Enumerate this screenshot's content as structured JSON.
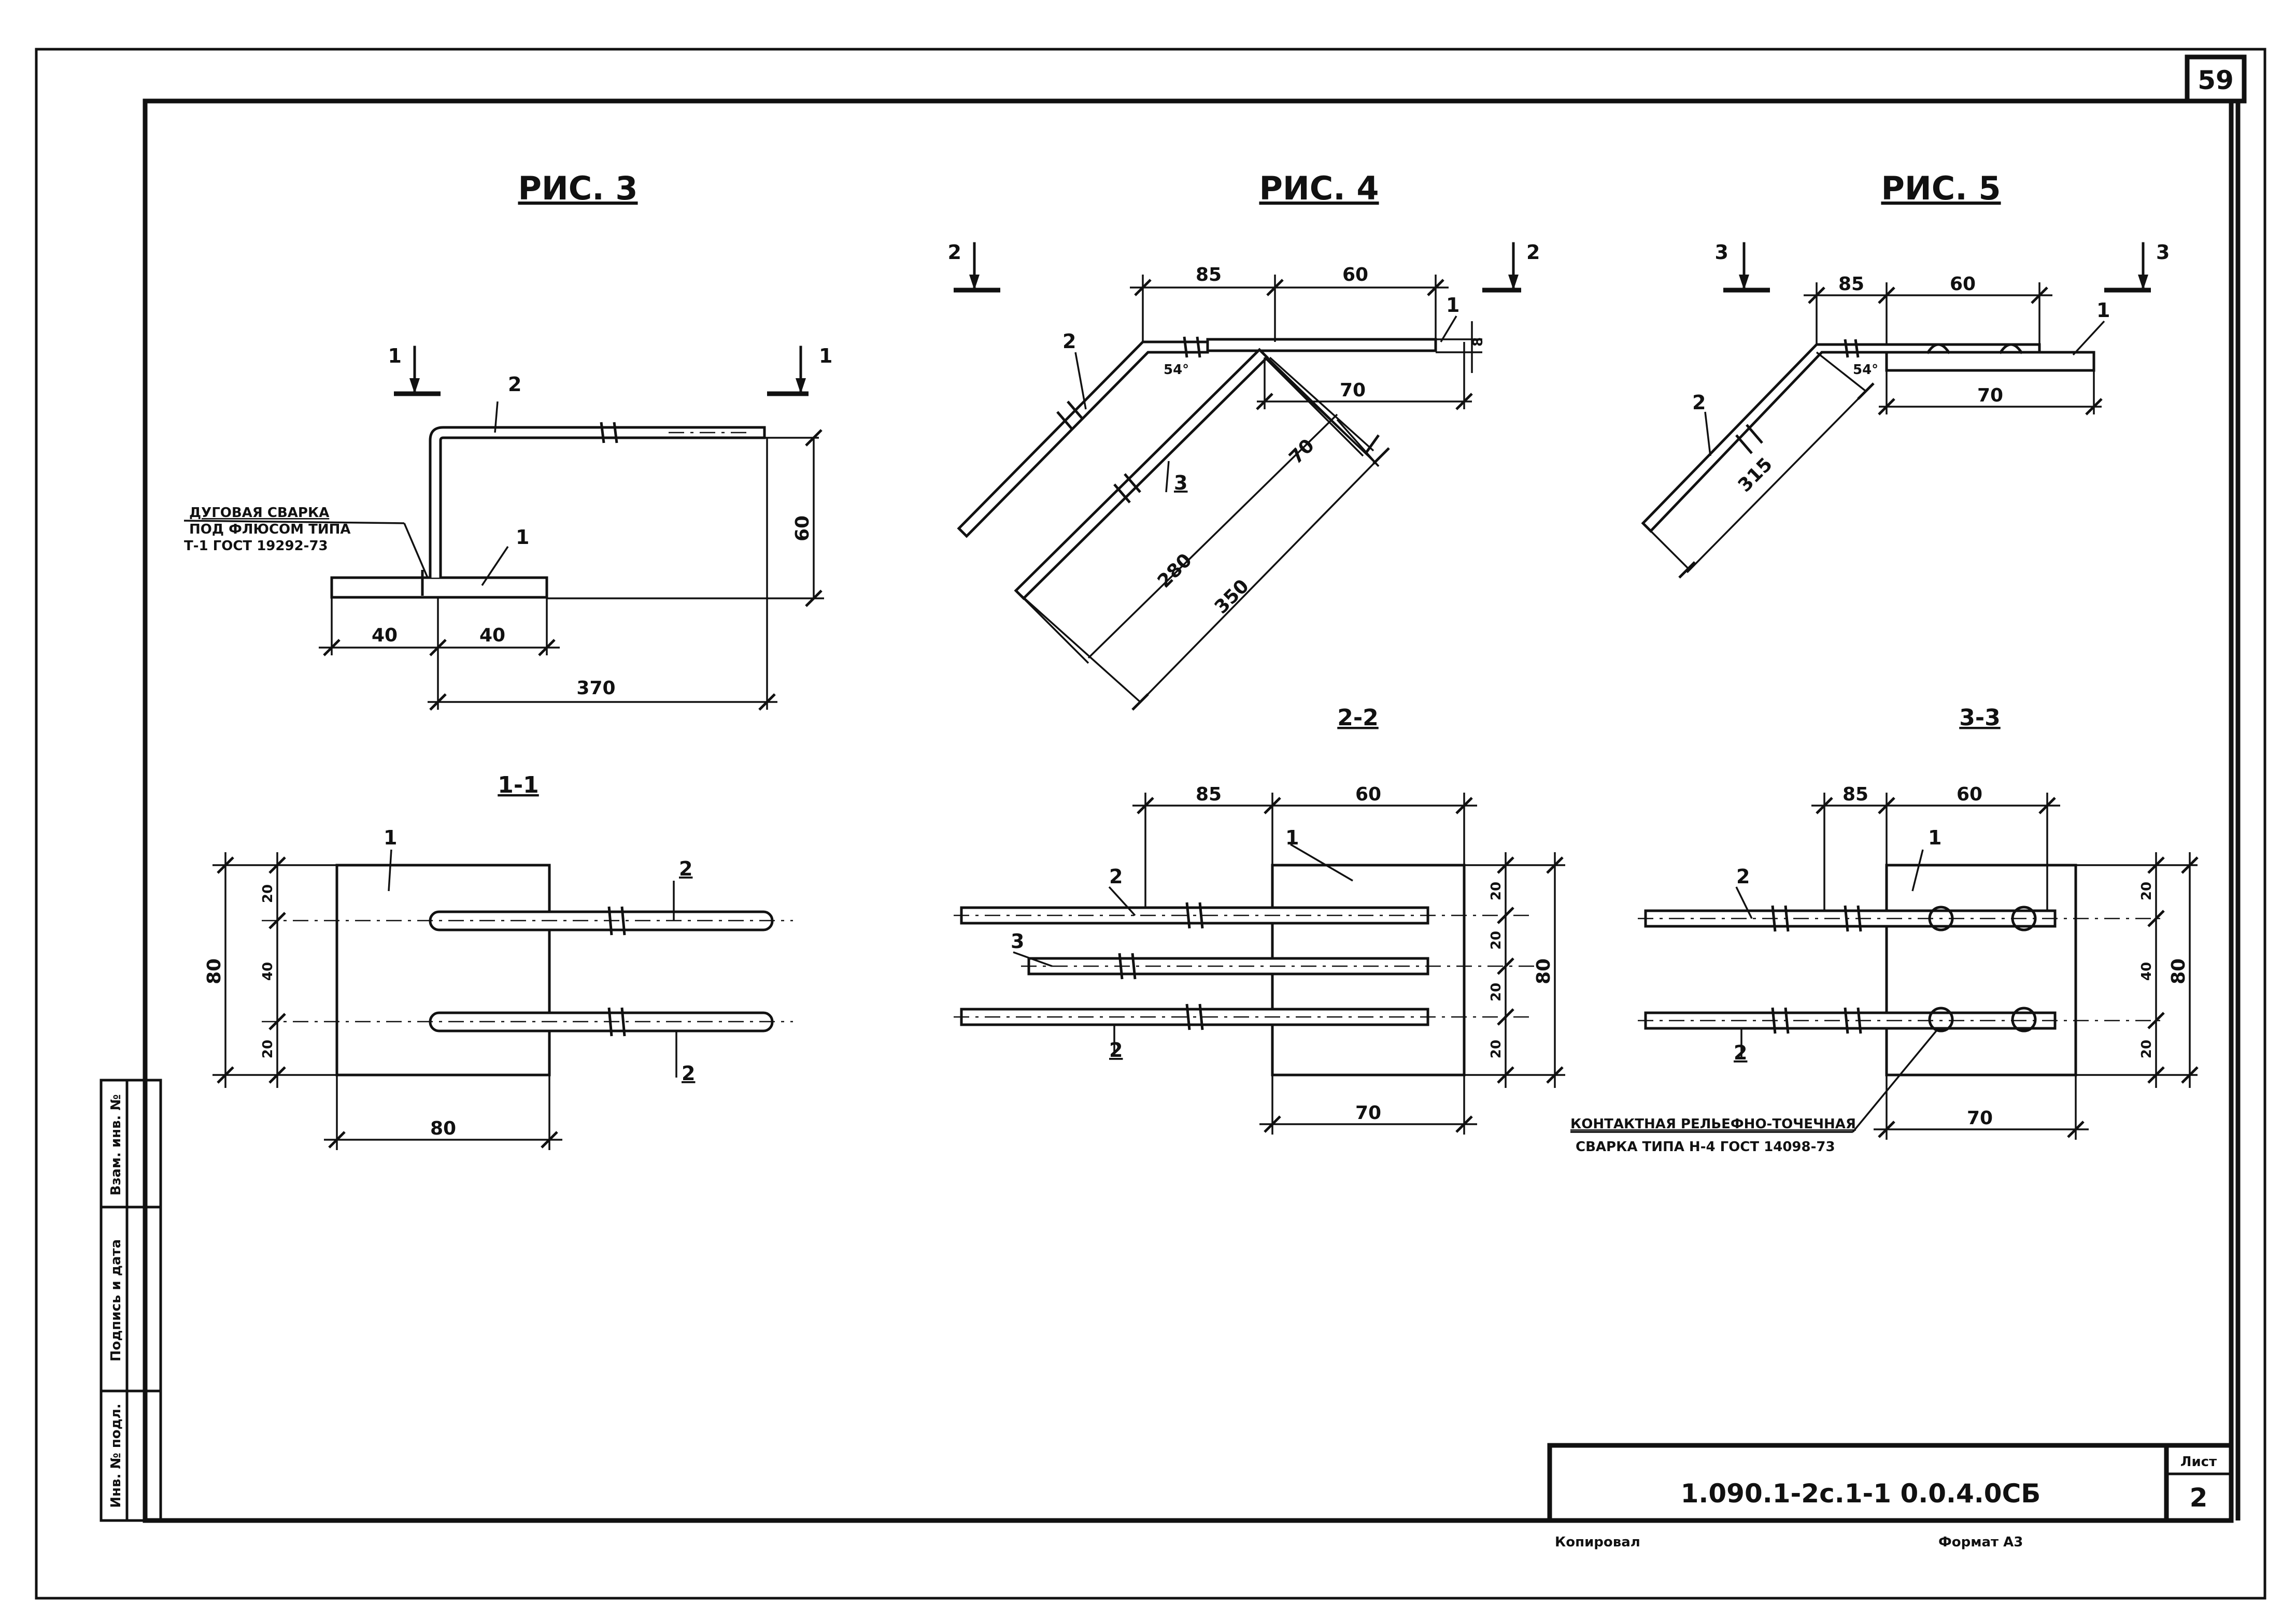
{
  "sheet_corner_number": "59",
  "figures": {
    "fig3": {
      "title": "РИС. 3",
      "section_mark": "1",
      "bar_label": "2",
      "plate_label": "1",
      "weld_note": [
        "ДУГОВАЯ СВАРКА",
        "ПОД ФЛЮСОМ ТИПА",
        "Т-1 ГОСТ 19292-73"
      ],
      "dims": {
        "height": "60",
        "left": "40",
        "mid": "40",
        "length": "370"
      }
    },
    "fig4": {
      "title": "РИС. 4",
      "section_mark": "2",
      "labels": {
        "plate": "1",
        "bar": "2",
        "bar3": "3"
      },
      "dims": {
        "d85": "85",
        "d60": "60",
        "d8": "8",
        "d70a": "70",
        "d70b": "70",
        "d280": "280",
        "d350": "350",
        "angle": "54°"
      }
    },
    "fig5": {
      "title": "РИС. 5",
      "section_mark": "3",
      "labels": {
        "plate": "1",
        "bar": "2"
      },
      "dims": {
        "d85": "85",
        "d60": "60",
        "d70": "70",
        "d315": "315",
        "angle": "54°"
      }
    }
  },
  "sections": {
    "s11": {
      "title": "1-1",
      "labels": {
        "plate": "1",
        "bar_top": "2",
        "bar_bottom": "2"
      },
      "dims": {
        "d20a": "20",
        "d40": "40",
        "d20b": "20",
        "total": "80",
        "width": "80"
      }
    },
    "s22": {
      "title": "2-2",
      "labels": {
        "plate": "1",
        "bar_top": "2",
        "bar_mid": "3",
        "bar_bottom": "2"
      },
      "dims": {
        "d85": "85",
        "d60": "60",
        "d20a": "20",
        "d20b": "20",
        "d20c": "20",
        "d20d": "20",
        "total": "80",
        "width": "70"
      }
    },
    "s33": {
      "title": "3-3",
      "labels": {
        "plate": "1",
        "bar_top": "2",
        "bar_bottom": "2"
      },
      "dims": {
        "d85": "85",
        "d60": "60",
        "d20a": "20",
        "d40": "40",
        "d20b": "20",
        "total": "80",
        "width": "70"
      },
      "weld_note": [
        "КОНТАКТНАЯ РЕЛЬЕФНО-ТОЧЕЧНАЯ",
        "СВАРКА ТИПА Н-4 ГОСТ 14098-73"
      ]
    }
  },
  "side_stamp": [
    "Инв. № подл.",
    "Подпись и дата",
    "Взам. инв. №"
  ],
  "title_block": {
    "code": "1.090.1-2с.1-1 0.0.4.0СБ",
    "sheet_label": "Лист",
    "sheet_number": "2"
  },
  "footer": {
    "copied": "Копировал",
    "format": "Формат А3"
  }
}
